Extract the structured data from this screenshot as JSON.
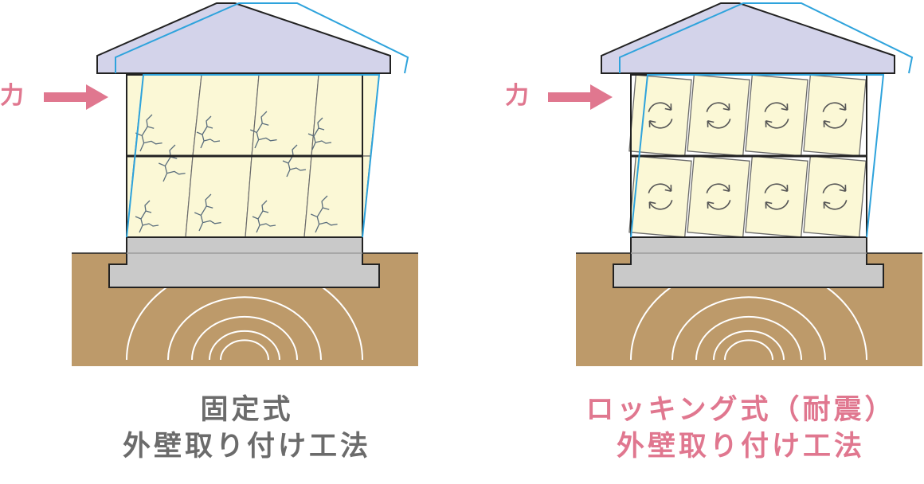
{
  "panels": {
    "left": {
      "force_label": "力",
      "caption_line1": "固定式",
      "caption_line2": "外壁取り付け工法"
    },
    "right": {
      "force_label": "力",
      "caption_line1": "ロッキング式（耐震）",
      "caption_line2": "外壁取り付け工法"
    }
  },
  "colors": {
    "roof_fill": "#d3d3ea",
    "panel_fill": "#fbf8d6",
    "ground_fill": "#bd9a6a",
    "foundation_fill": "#c9c9c9",
    "outline": "#222222",
    "deformation_outline": "#2ea3dc",
    "crack": "#5a6d7c",
    "arrow": "#e0778f",
    "left_caption": "#6b6b6b",
    "right_caption": "#e0778f"
  },
  "icons": {
    "crack_mark": "crack-icon",
    "rotation_mark": "rotate-arrows-icon",
    "force_arrow": "arrow-right-icon"
  }
}
